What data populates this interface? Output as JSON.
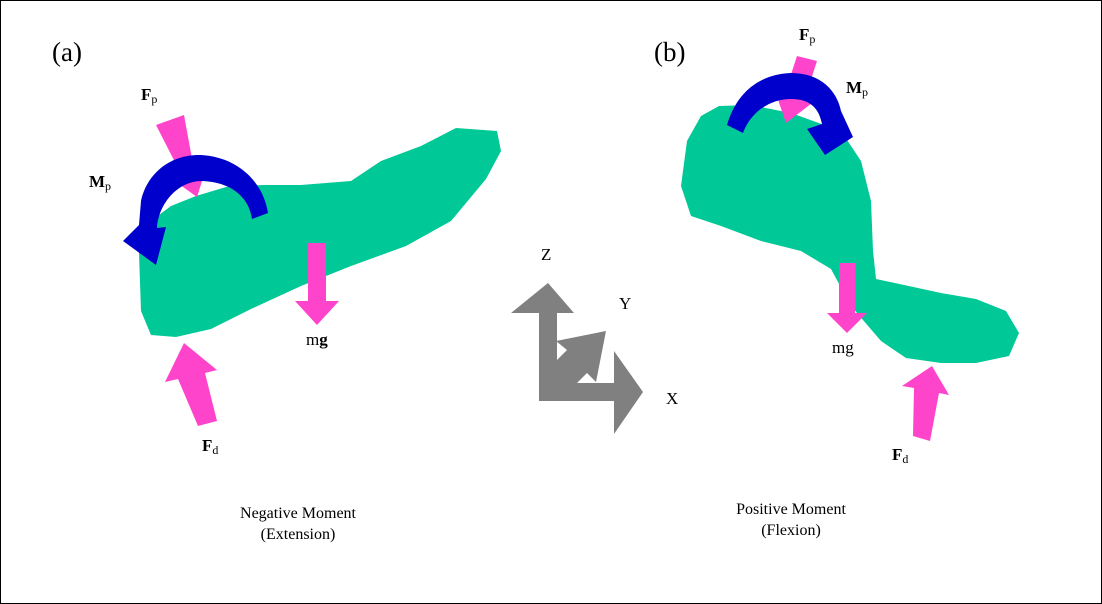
{
  "panel_a": {
    "label": "(a)",
    "force_proximal": {
      "symbol": "F",
      "subscript": "p"
    },
    "moment_proximal": {
      "symbol": "M",
      "subscript": "p"
    },
    "weight": {
      "m": "m",
      "g": "g"
    },
    "force_distal": {
      "symbol": "F",
      "subscript": "d"
    },
    "caption_line1": "Negative Moment",
    "caption_line2": "(Extension)"
  },
  "panel_b": {
    "label": "(b)",
    "force_proximal": {
      "symbol": "F",
      "subscript": "p"
    },
    "moment_proximal": {
      "symbol": "M",
      "subscript": "p"
    },
    "weight": {
      "text": "mg"
    },
    "force_distal": {
      "symbol": "F",
      "subscript": "d"
    },
    "caption_line1": "Positive Moment",
    "caption_line2": "(Flexion)"
  },
  "axes": {
    "z": "Z",
    "y": "Y",
    "x": "X"
  },
  "colors": {
    "body": "#00c896",
    "force_arrow": "#ff44cc",
    "moment_arrow": "#0000cc",
    "axis_arrow": "#808080"
  }
}
